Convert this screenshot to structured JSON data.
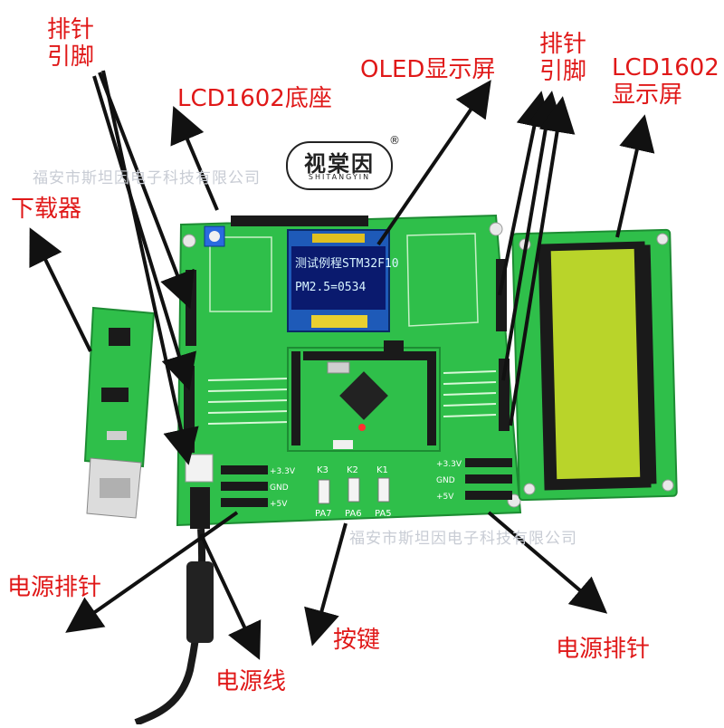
{
  "watermark": {
    "top": "福安市斯坦因电子科技有限公司",
    "bottom": "福安市斯坦因电子科技有限公司"
  },
  "logo": {
    "main": "视棠因",
    "sub": "SHITANGYIN",
    "reg": "®"
  },
  "oled": {
    "line1": "测试例程STM32F10",
    "line2": "PM2.5=0534"
  },
  "board": {
    "header_right_labels": [
      "+3.3V",
      "GND",
      "+5V"
    ],
    "header_left_labels": [
      "+3.3V",
      "GND",
      "+5V"
    ],
    "keys": [
      "K3",
      "K2",
      "K1"
    ],
    "key_pins": [
      "PA7",
      "PA6",
      "PA5"
    ]
  },
  "labels": {
    "pin_header_left_1": "排针",
    "pin_header_left_2": "引脚",
    "lcd_base": "LCD1602底座",
    "oled_screen": "OLED显示屏",
    "pin_header_right_1": "排针",
    "pin_header_right_2": "引脚",
    "lcd_screen_1": "LCD1602",
    "lcd_screen_2": "显示屏",
    "downloader": "下载器",
    "power_header_left": "电源排针",
    "buttons": "按键",
    "power_header_right": "电源排针",
    "power_cable": "电源线"
  },
  "colors": {
    "annotation": "#e01818",
    "pcb": "#2fbf4a",
    "lcd_screen": "#b9d42a",
    "oled_screen": "#0a1a6e",
    "oled_text": "#d8f4ff"
  }
}
